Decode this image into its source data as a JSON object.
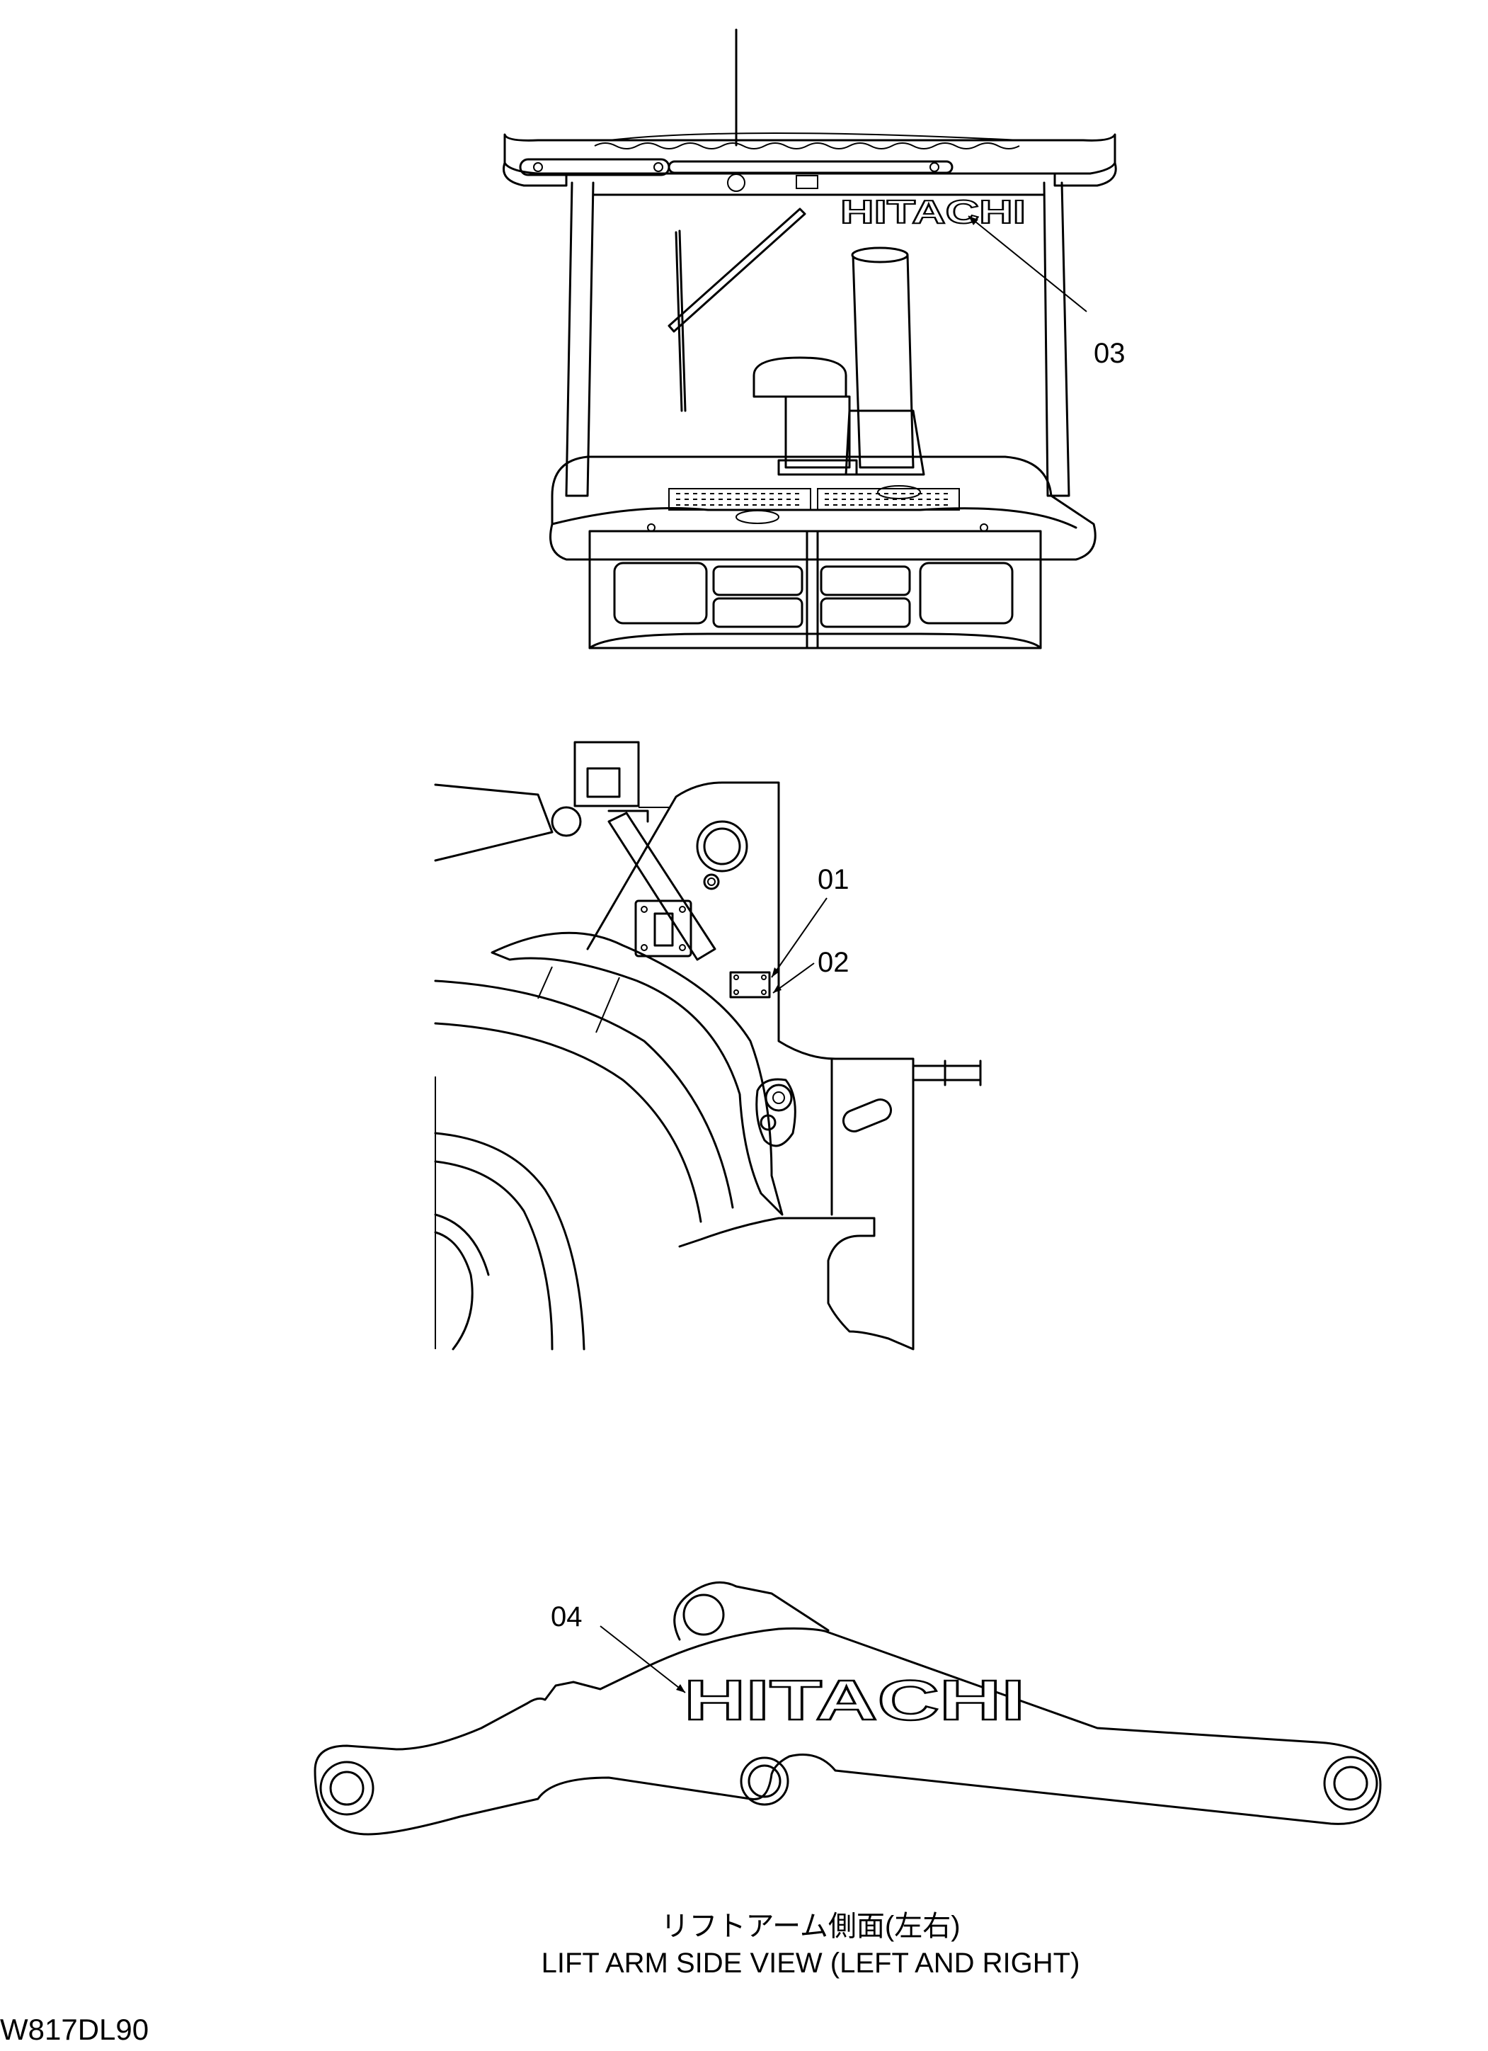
{
  "callouts": {
    "c01": "01",
    "c02": "02",
    "c03": "03",
    "c04": "04"
  },
  "logos": {
    "cab_logo": "HITACHI",
    "arm_logo": "HITACHI"
  },
  "captions": {
    "lift_arm_jp": "リフトアーム側面(左右)",
    "lift_arm_en": "LIFT ARM SIDE VIEW (LEFT AND RIGHT)"
  },
  "drawing_number": "W817DL90"
}
